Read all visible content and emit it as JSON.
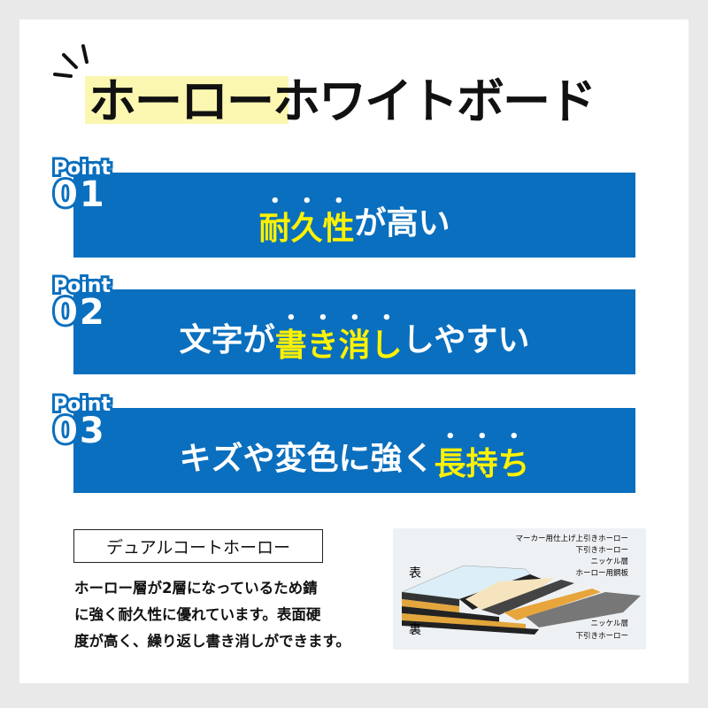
{
  "title": "ホーローホワイトボード",
  "points": [
    {
      "label": "Point",
      "number": "01",
      "segments": [
        {
          "text": "耐久性",
          "em": true
        },
        {
          "text": "が高い",
          "em": false
        }
      ]
    },
    {
      "label": "Point",
      "number": "02",
      "segments": [
        {
          "text": "文字が",
          "em": false
        },
        {
          "text": "書き消し",
          "em": true
        },
        {
          "text": "しやすい",
          "em": false
        }
      ]
    },
    {
      "label": "Point",
      "number": "03",
      "segments": [
        {
          "text": "キズや変色に強く",
          "em": false
        },
        {
          "text": "長持ち",
          "em": true
        }
      ]
    }
  ],
  "feature": {
    "heading": "デュアルコートホーロー",
    "lines": [
      "ホーロー層が2層になっているため錆",
      "に強く耐久性に優れています。表面硬",
      "度が高く、繰り返し書き消しができます。"
    ]
  },
  "diagram": {
    "front": "表",
    "back": "裏",
    "labels": [
      "マーカー用仕上げ上引きホーロー",
      "下引きホーロー",
      "ニッケル層",
      "ホーロー用鋼板",
      "ニッケル層",
      "下引きホーロー"
    ]
  },
  "colors": {
    "banner": "#0a6fbe",
    "emphasis": "#fff200",
    "highlight": "#fbf7b0"
  }
}
